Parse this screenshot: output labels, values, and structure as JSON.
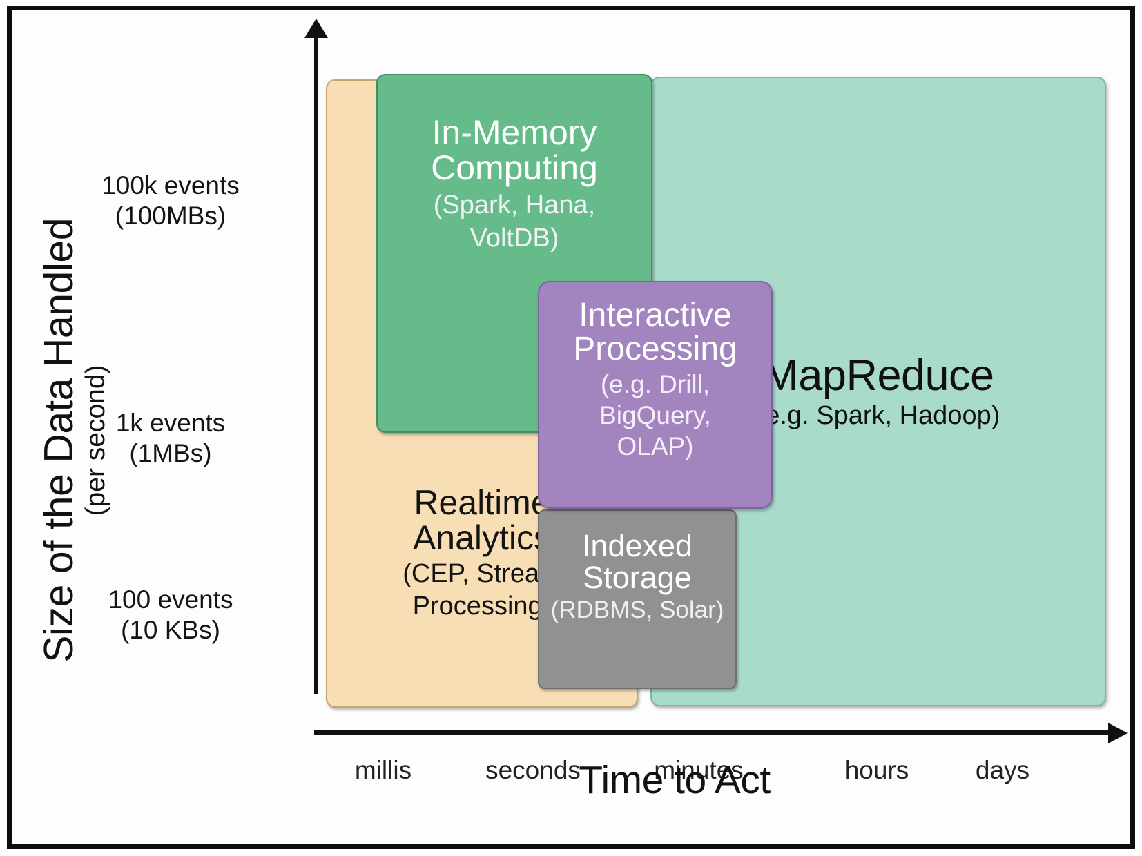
{
  "chart_data": {
    "type": "scatter",
    "title": "",
    "xlabel": "Time to Act",
    "ylabel": "Size of the Data Handled",
    "ylabel_sub": "(per second)",
    "x_ticks": [
      "millis",
      "seconds",
      "minutes",
      "hours",
      "days"
    ],
    "y_ticks": [
      {
        "line1": "100k events",
        "line2": "(100MBs)"
      },
      {
        "line1": "1k events",
        "line2": "(1MBs)"
      },
      {
        "line1": "100 events",
        "line2": "(10 KBs)"
      }
    ],
    "grid": false,
    "legend": "none",
    "regions": [
      {
        "name": "realtime-analytics",
        "title": "Realtime\nAnalytics",
        "title_line1": "Realtime",
        "title_line2": "Analytics",
        "subtitle_line1": "(CEP, Stream",
        "subtitle_line2": "Processing)",
        "color": "#F8DEB4",
        "x_range": [
          "millis",
          "minutes"
        ],
        "y_range": [
          "100 events",
          "100k events"
        ]
      },
      {
        "name": "in-memory-computing",
        "title_line1": "In-Memory",
        "title_line2": "Computing",
        "subtitle_line1": "(Spark, Hana,",
        "subtitle_line2": "VoltDB)",
        "color": "#66BB8A",
        "x_range": [
          "millis",
          "minutes"
        ],
        "y_range": [
          "1k events",
          "100k events"
        ]
      },
      {
        "name": "interactive-processing",
        "title_line1": "Interactive",
        "title_line2": "Processing",
        "subtitle_line1": "(e.g. Drill,",
        "subtitle_line2": "BigQuery,",
        "subtitle_line3": "OLAP)",
        "color": "#A284BF",
        "x_range": [
          "seconds",
          "minutes"
        ],
        "y_range": [
          "1k events",
          "100k events"
        ]
      },
      {
        "name": "indexed-storage",
        "title_line1": "Indexed",
        "title_line2": "Storage",
        "subtitle_line1": "(RDBMS, Solar)",
        "color": "#919191",
        "x_range": [
          "seconds",
          "minutes"
        ],
        "y_range": [
          "100 events",
          "1k events"
        ]
      },
      {
        "name": "mapreduce",
        "title_line1": "MapReduce",
        "subtitle_line1": "(e.g. Spark, Hadoop)",
        "color": "#A8DCC9",
        "x_range": [
          "minutes",
          "days"
        ],
        "y_range": [
          "100 events",
          "100k events"
        ]
      }
    ]
  },
  "axes": {
    "y_title_main": "Size of the Data Handled",
    "y_title_sub": "(per second)",
    "x_title": "Time to Act",
    "y_tick_0_l1": "100k events",
    "y_tick_0_l2": "(100MBs)",
    "y_tick_1_l1": "1k events",
    "y_tick_1_l2": "(1MBs)",
    "y_tick_2_l1": "100 events",
    "y_tick_2_l2": "(10 KBs)",
    "x_tick_0": "millis",
    "x_tick_1": "seconds",
    "x_tick_2": "minutes",
    "x_tick_3": "hours",
    "x_tick_4": "days"
  },
  "boxes": {
    "realtime": {
      "title_l1": "Realtime",
      "title_l2": "Analytics",
      "sub_l1": "(CEP, Stream",
      "sub_l2": "Processing)"
    },
    "inmemory": {
      "title_l1": "In-Memory",
      "title_l2": "Computing",
      "sub_l1": "(Spark, Hana,",
      "sub_l2": "VoltDB)"
    },
    "interactive": {
      "title_l1": "Interactive",
      "title_l2": "Processing",
      "sub_l1": "(e.g. Drill,",
      "sub_l2": "BigQuery,",
      "sub_l3": "OLAP)"
    },
    "indexed": {
      "title_l1": "Indexed",
      "title_l2": "Storage",
      "sub_l1": "(RDBMS, Solar)"
    },
    "mapreduce": {
      "title_l1": "MapReduce",
      "sub_l1": "(e.g. Spark, Hadoop)"
    }
  },
  "colors": {
    "realtime": "#F8DEB4",
    "inmemory": "#66BB8A",
    "interactive": "#A284BF",
    "indexed": "#919191",
    "mapreduce": "#A8DCC9",
    "axis": "#111111",
    "frame": "#0D0D0D"
  }
}
